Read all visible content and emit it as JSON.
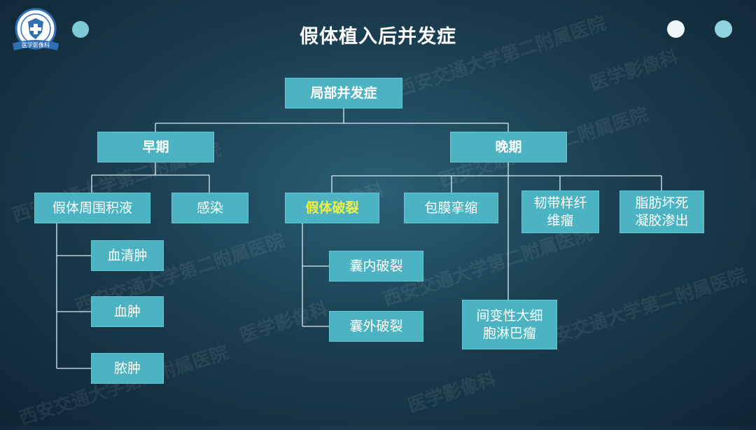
{
  "title": "假体植入后并发症",
  "logo": {
    "text": "医学影像科"
  },
  "root": "局部并发症",
  "early": {
    "label": "早期",
    "fluid": "假体周围积液",
    "infection": "感染",
    "fluid_children": [
      "血清肿",
      "血肿",
      "脓肿"
    ]
  },
  "late": {
    "label": "晚期",
    "rupture": "假体破裂",
    "contracture": "包膜挛缩",
    "fibro_line1": "韧带样纤",
    "fibro_line2": "维瘤",
    "fat_line1": "脂肪坏死",
    "fat_line2": "凝胶渗出",
    "rupture_children": [
      "囊内破裂",
      "囊外破裂"
    ],
    "lymphoma_line1": "间变性大细",
    "lymphoma_line2": "胞淋巴瘤"
  },
  "watermarks": [
    "西安交通大学第二附属医院",
    "医学影像科"
  ],
  "colors": {
    "box": "#4bb3c2",
    "highlight": "#f1f03c",
    "line": "#ffffff"
  }
}
